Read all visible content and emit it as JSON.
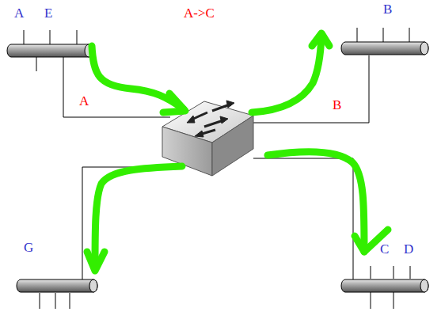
{
  "diagram": {
    "labels": [
      "A",
      "E",
      "A->C",
      "B",
      "A",
      "B",
      "G",
      "C",
      "D"
    ]
  }
}
